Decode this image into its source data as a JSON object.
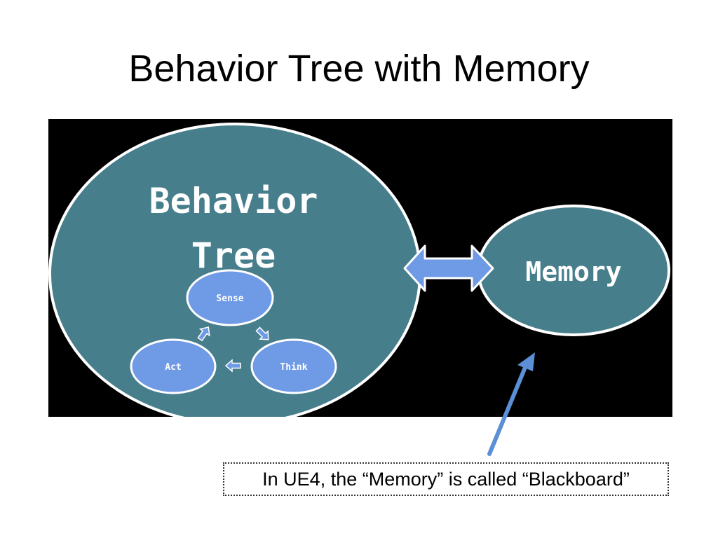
{
  "slide": {
    "title": "Behavior Tree with Memory",
    "note": "In UE4, the “Memory” is called “Blackboard”"
  },
  "diagram": {
    "behavior_tree": {
      "line1": "Behavior",
      "line2": "Tree"
    },
    "memory": "Memory",
    "cycle_nodes": {
      "sense": "Sense",
      "think": "Think",
      "act": "Act"
    }
  },
  "colors": {
    "panel_background": "#000000",
    "ellipse_fill": "#477e8c",
    "ellipse_stroke": "#ffffff",
    "small_node_fill": "#6f9ae6",
    "arrow_fill": "#6f9ae6",
    "arrow_stroke": "#ffffff",
    "pointer_arrow": "#5b8fd6"
  }
}
